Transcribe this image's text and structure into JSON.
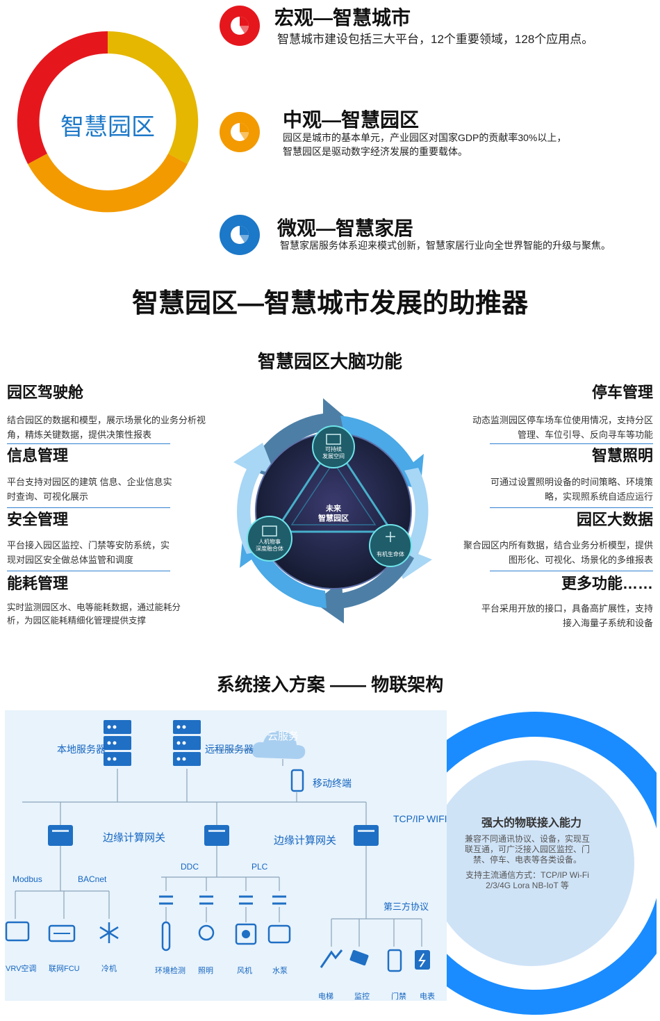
{
  "levels": [
    {
      "title": "宏观—智慧城市",
      "desc": "智慧城市建设包括三大平台，12个重要领域，128个应用点。",
      "color": "#e5171d"
    },
    {
      "title": "中观—智慧园区",
      "desc": "园区是城市的基本单元，产业园区对国家GDP的贡献率30%以上，\n智慧园区是驱动数字经济发展的重要载体。",
      "color": "#f39a00"
    },
    {
      "title": "微观—智慧家居",
      "desc": "智慧家居服务体系迎来模式创新，智慧家居行业向全世界智能的升级与聚焦。",
      "color": "#1c78c8"
    }
  ],
  "ring": {
    "center_label": "智慧园区",
    "colors": [
      "#e5b700",
      "#f39a00",
      "#e5171d"
    ]
  },
  "main_title": "智慧园区—智慧城市发展的助推器",
  "brain": {
    "title": "智慧园区大脑功能",
    "center_label": "未来\n智慧园区",
    "nodes": [
      "可持续\n发展空间",
      "人机物事\n深度融合体",
      "有机生命体"
    ],
    "left": [
      {
        "head": "园区驾驶舱",
        "desc": "结合园区的数据和模型，展示场景化的业务分析视角，精炼关键数据，提供决策性报表"
      },
      {
        "head": "信息管理",
        "desc": "平台支持对园区的建筑 信息、企业信息实时查询、可视化展示"
      },
      {
        "head": "安全管理",
        "desc": "平台接入园区监控、门禁等安防系统，实现对园区安全做总体监管和调度"
      },
      {
        "head": "能耗管理",
        "desc": "实时监测园区水、电等能耗数据，通过能耗分析，为园区能耗精细化管理提供支撑"
      }
    ],
    "right": [
      {
        "head": "停车管理",
        "desc": "动态监测园区停车场车位使用情况，支持分区管理、车位引导、反向寻车等功能"
      },
      {
        "head": "智慧照明",
        "desc": "可通过设置照明设备的时间策略、环境策略，实现照系统自适应运行"
      },
      {
        "head": "园区大数据",
        "desc": "聚合园区内所有数据，结合业务分析模型，提供图形化、可视化、场景化的多维报表"
      },
      {
        "head": "更多功能……",
        "desc": "平台采用开放的接口，具备高扩展性，支持接入海量子系统和设备"
      }
    ]
  },
  "iot": {
    "title": "系统接入方案 —— 物联架构",
    "local_server": "本地服务器",
    "remote_server": "远程服务器",
    "cloud": "云服务",
    "mobile": "移动终端",
    "tcpip": "TCP/IP",
    "wifi": "WIFI",
    "gateway1": "边缘计算网关",
    "gateway2": "边缘计算网关",
    "modbus": "Modbus",
    "bacnet": "BACnet",
    "ddc": "DDC",
    "plc": "PLC",
    "third": "第三方协议",
    "devices_left": [
      "VRV空调",
      "联网FCU",
      "冷机"
    ],
    "devices_mid": [
      "环境检测",
      "照明",
      "风机",
      "水泵"
    ],
    "devices_right": [
      "电梯",
      "监控",
      "门禁",
      "电表"
    ],
    "capability_title": "强大的物联接入能力",
    "capability_desc1": "兼容不同通讯协议、设备，实现互联互通，可广泛接入园区监控、门禁、停车、电表等各类设备。",
    "capability_desc2": "支持主流通信方式：TCP/IP Wi-Fi 2/3/4G Lora NB-IoT 等",
    "accent": "#1a8cff"
  }
}
